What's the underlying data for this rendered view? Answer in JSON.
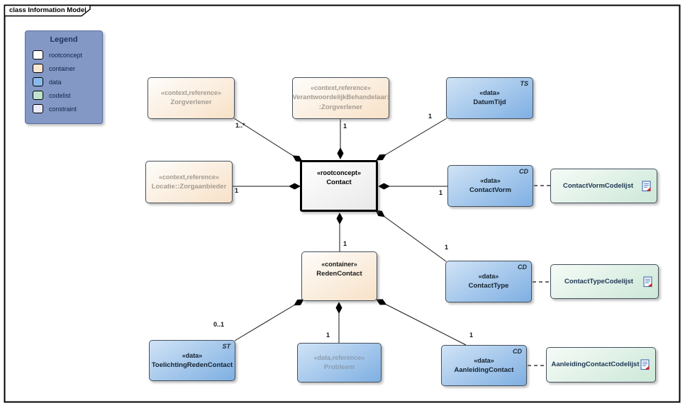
{
  "frame": {
    "title": "class Information Model"
  },
  "legend": {
    "title": "Legend",
    "items": [
      {
        "label": "rootconcept",
        "color": "#ffffff"
      },
      {
        "label": "container",
        "color": "#fae6d2"
      },
      {
        "label": "data",
        "color": "#88bbec"
      },
      {
        "label": "codelist",
        "color": "#bee3cd"
      },
      {
        "label": "constraint",
        "color": "#eaeaf8"
      }
    ]
  },
  "nodes": [
    {
      "id": "zorgverlener",
      "stereotype": "«context,reference»",
      "name": "Zorgverlener"
    },
    {
      "id": "verantwoordelijkbehandelaar",
      "stereotype": "«context,reference»",
      "name": "VerantwoordelijkBehandelaar:",
      "name2": ":Zorgverlener"
    },
    {
      "id": "datumtijd",
      "stereotype": "«data»",
      "name": "DatumTijd",
      "tag": "TS"
    },
    {
      "id": "locatie",
      "stereotype": "«context,reference»",
      "name": "Locatie::Zorgaanbieder"
    },
    {
      "id": "contact",
      "stereotype": "«rootconcept»",
      "name": "Contact"
    },
    {
      "id": "contactvorm",
      "stereotype": "«data»",
      "name": "ContactVorm",
      "tag": "CD"
    },
    {
      "id": "contactvormcodelijst",
      "name": "ContactVormCodelijst"
    },
    {
      "id": "contacttype",
      "stereotype": "«data»",
      "name": "ContactType",
      "tag": "CD"
    },
    {
      "id": "contacttypecodelijst",
      "name": "ContactTypeCodelijst"
    },
    {
      "id": "redencontact",
      "stereotype": "«container»",
      "name": "RedenContact"
    },
    {
      "id": "toelichtingredencontact",
      "stereotype": "«data»",
      "name": "ToelichtingRedenContact",
      "tag": "ST"
    },
    {
      "id": "probleem",
      "stereotype": "«data,reference»",
      "name": "Probleem"
    },
    {
      "id": "aanleidingcontact",
      "stereotype": "«data»",
      "name": "AanleidingContact",
      "tag": "CD"
    },
    {
      "id": "aanleidingcontactcodelijst",
      "name": "AanleidingContactCodelijst"
    }
  ],
  "edges": [
    {
      "from": "Zorgverlener",
      "to": "Contact",
      "label": "1..*"
    },
    {
      "from": "VerantwoordelijkBehandelaar",
      "to": "Contact",
      "label": "1"
    },
    {
      "from": "DatumTijd",
      "to": "Contact",
      "label": "1"
    },
    {
      "from": "Locatie::Zorgaanbieder",
      "to": "Contact",
      "label": "1"
    },
    {
      "from": "ContactVorm",
      "to": "Contact",
      "label": "1"
    },
    {
      "from": "ContactType",
      "to": "Contact",
      "label": "1"
    },
    {
      "from": "RedenContact",
      "to": "Contact",
      "label": "1"
    },
    {
      "from": "ToelichtingRedenContact",
      "to": "RedenContact",
      "label": "0..1"
    },
    {
      "from": "Probleem",
      "to": "RedenContact",
      "label": "1"
    },
    {
      "from": "AanleidingContact",
      "to": "RedenContact",
      "label": "1"
    }
  ]
}
